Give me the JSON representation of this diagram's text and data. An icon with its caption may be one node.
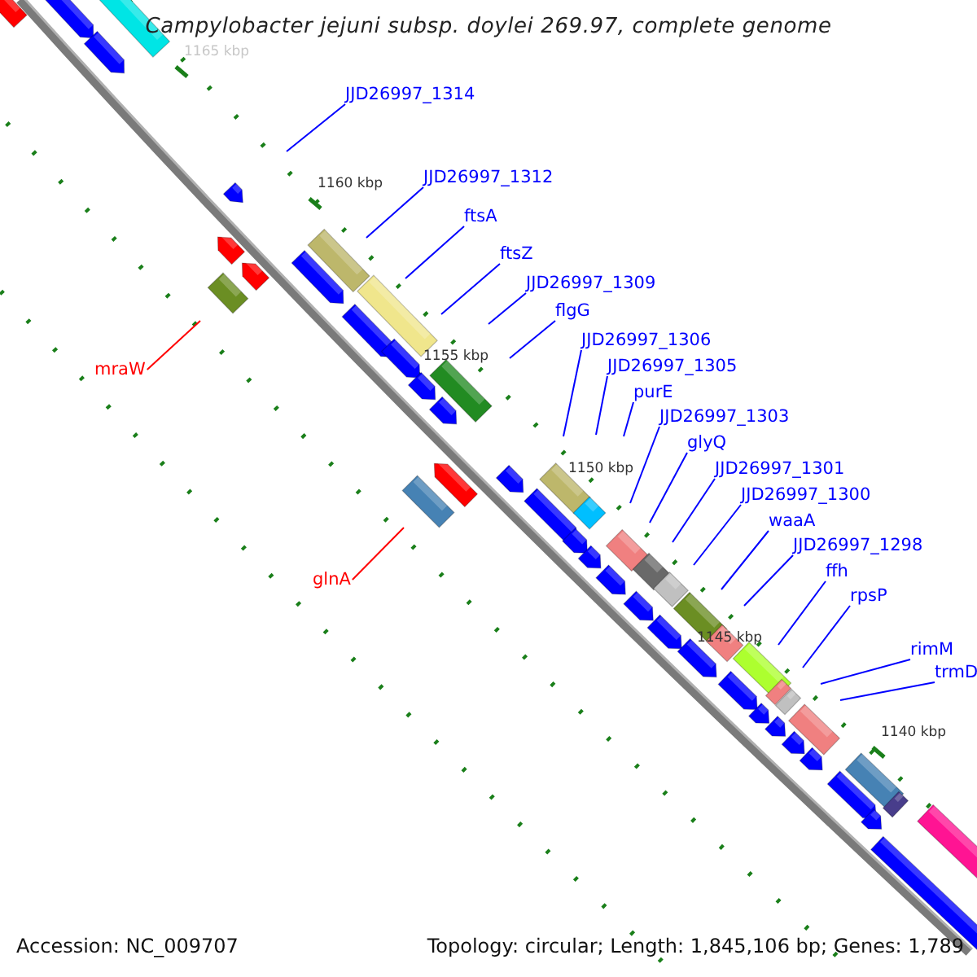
{
  "diagram": {
    "title": "Campylobacter jejuni subsp. doylei 269.97, complete genome",
    "nodes": [
      {
        "text": [
          "JJD26997_1314"
        ]
      },
      {
        "text": [
          "JJD26997_1312"
        ]
      },
      {
        "text": [
          "ftsA"
        ]
      },
      {
        "text": [
          "ftsZ"
        ]
      },
      {
        "text": [
          "JJD26997_1309"
        ]
      },
      {
        "text": [
          "flgG"
        ]
      },
      {
        "text": [
          "JJD26997_1306"
        ]
      },
      {
        "text": [
          "JJD26997_1305"
        ]
      },
      {
        "text": [
          "mraW"
        ]
      },
      {
        "text": [
          "purE"
        ]
      },
      {
        "text": [
          "JJD26997_1303"
        ]
      },
      {
        "text": [
          "glyQ"
        ]
      },
      {
        "text": [
          "JJD26997_1301"
        ]
      },
      {
        "text": [
          "JJD26997_1300"
        ]
      },
      {
        "text": [
          "waaA"
        ]
      },
      {
        "text": [
          "JJD26997_1298"
        ]
      },
      {
        "text": [
          "ffh"
        ]
      },
      {
        "text": [
          "glnA"
        ]
      },
      {
        "text": [
          "rpsP"
        ]
      },
      {
        "text": [
          "rimM"
        ]
      },
      {
        "text": [
          "trmD"
        ]
      }
    ],
    "edges": [
      {
        "from": 0,
        "to": null,
        "arrow": "none"
      },
      {
        "from": 1,
        "to": null,
        "arrow": "none"
      },
      {
        "from": 2,
        "to": null,
        "arrow": "none"
      },
      {
        "from": 3,
        "to": null,
        "arrow": "none"
      },
      {
        "from": 4,
        "to": null,
        "arrow": "none"
      },
      {
        "from": 5,
        "to": null,
        "arrow": "none"
      },
      {
        "from": 6,
        "to": null,
        "arrow": "none"
      },
      {
        "from": 7,
        "to": null,
        "arrow": "none"
      },
      {
        "from": 8,
        "to": null,
        "arrow": "none",
        "color": "#ff0000"
      },
      {
        "from": 9,
        "to": null,
        "arrow": "none"
      },
      {
        "from": 10,
        "to": null,
        "arrow": "none"
      },
      {
        "from": 11,
        "to": null,
        "arrow": "none"
      },
      {
        "from": 12,
        "to": null,
        "arrow": "none"
      },
      {
        "from": 13,
        "to": null,
        "arrow": "none"
      },
      {
        "from": 14,
        "to": null,
        "arrow": "none"
      },
      {
        "from": 15,
        "to": null,
        "arrow": "none"
      },
      {
        "from": 16,
        "to": null,
        "arrow": "none"
      },
      {
        "from": 17,
        "to": null,
        "arrow": "none",
        "color": "#ff0000"
      },
      {
        "from": 18,
        "to": null,
        "arrow": "none"
      },
      {
        "from": 19,
        "to": null,
        "arrow": "none"
      },
      {
        "from": 20,
        "to": null,
        "arrow": "none"
      }
    ],
    "labels": [
      "1165 kbp",
      "1160 kbp",
      "1155 kbp",
      "1150 kbp",
      "1145 kbp",
      "1140 kbp",
      "Accession: NC_009707",
      "Topology: circular; Length: 1,845,106 bp; Genes: 1,789"
    ]
  }
}
